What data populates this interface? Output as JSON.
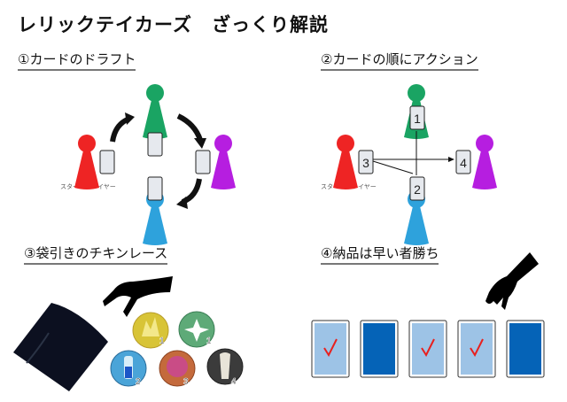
{
  "title": "レリックテイカーズ　ざっくり解説",
  "sections": [
    {
      "heading": "①カードのドラフト",
      "start_player_label": "スタートプレイヤー"
    },
    {
      "heading": "②カードの順にアクション",
      "start_player_label": "スタートプレイヤー",
      "card_numbers": [
        "1",
        "2",
        "3",
        "4"
      ]
    },
    {
      "heading": "③袋引きのチキンレース",
      "token_values": [
        "1",
        "1",
        "2",
        "3",
        "4"
      ]
    },
    {
      "heading": "④納品は早い者勝ち",
      "cards_checked": [
        true,
        false,
        true,
        true,
        false
      ]
    }
  ],
  "colors": {
    "green": "#1aa463",
    "red": "#ee2424",
    "purple": "#b61ee0",
    "blue": "#2ea2dc",
    "card_light": "#9dc3e6",
    "card_dark": "#0563b7",
    "check": "#e8201e"
  }
}
